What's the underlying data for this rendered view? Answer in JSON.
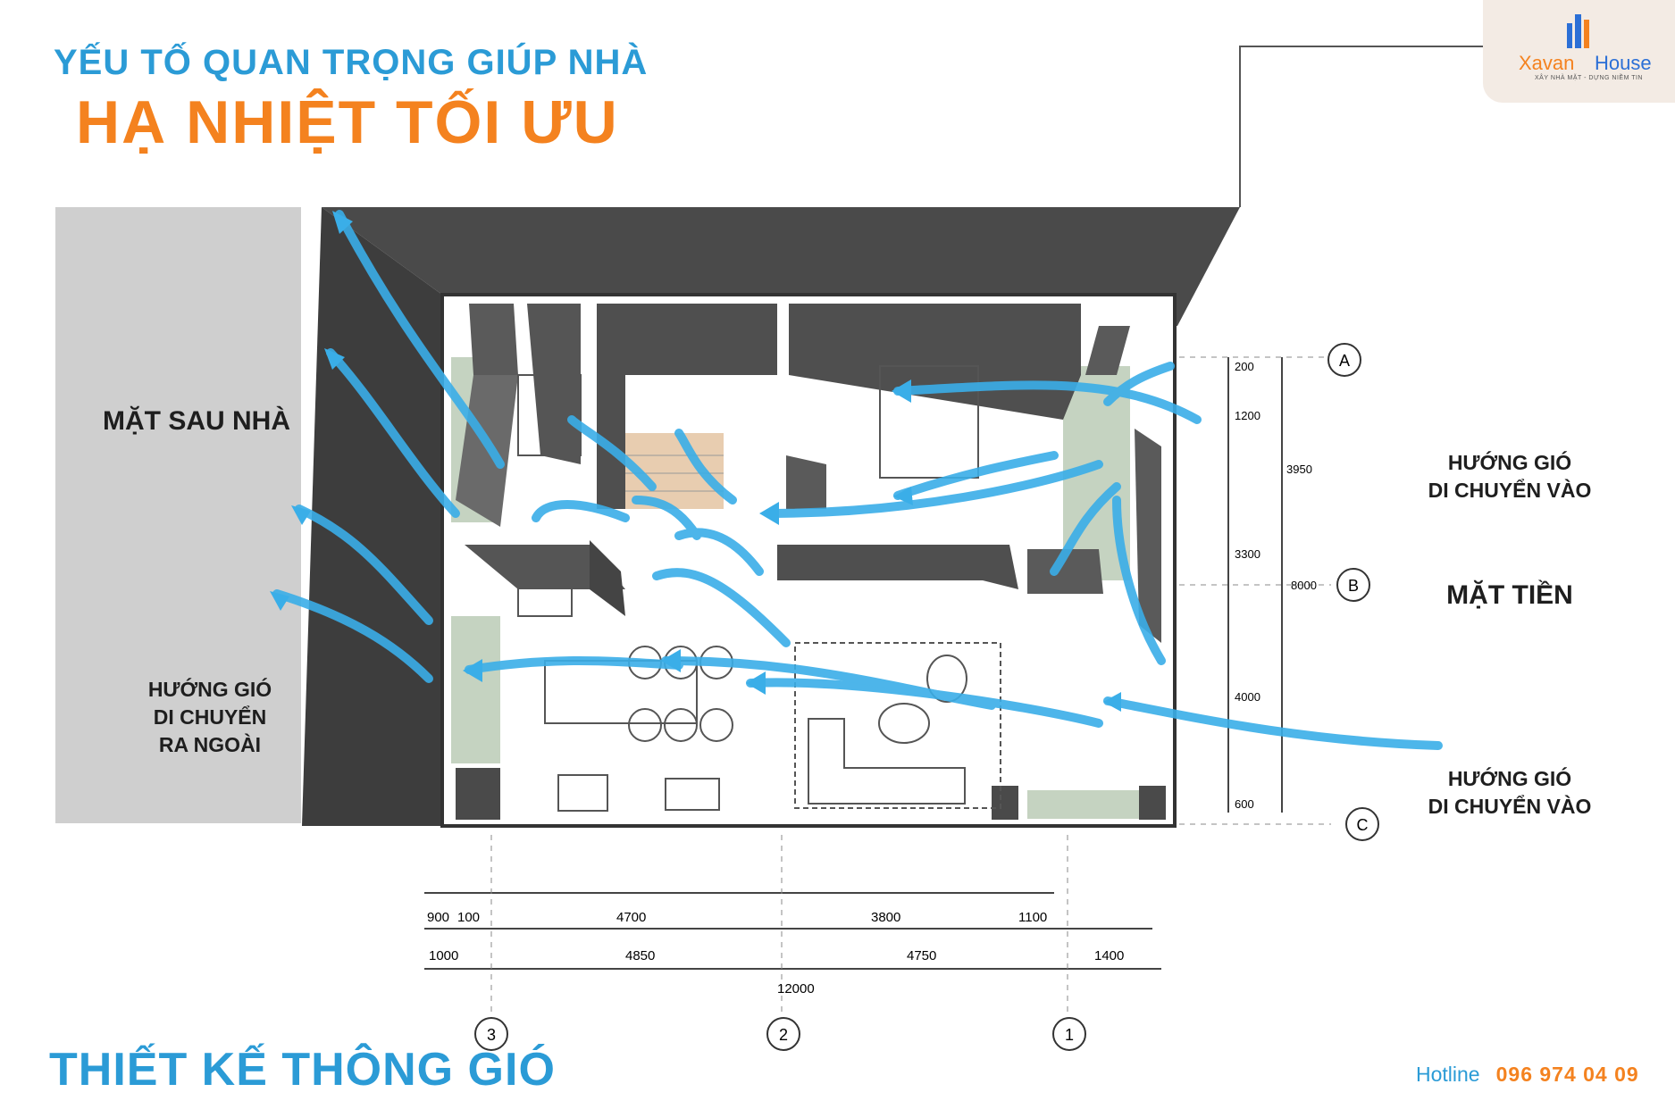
{
  "header": {
    "line1": "YẾU TỐ QUAN TRỌNG GIÚP NHÀ",
    "line2": "HẠ NHIỆT TỐI ƯU"
  },
  "logo": {
    "brand_part1": "Xavan",
    "brand_part2": "House",
    "tagline": "XÂY NHÀ MẶT - DỰNG NIỀM TIN"
  },
  "labels": {
    "rear": "MẶT SAU NHÀ",
    "front": "MẶT TIỀN",
    "wind_in_top": [
      "HƯỚNG GIÓ",
      "DI CHUYỂN VÀO"
    ],
    "wind_in_bottom": [
      "HƯỚNG GIÓ",
      "DI CHUYỂN VÀO"
    ],
    "wind_out": [
      "HƯỚNG GIÓ",
      "DI CHUYỂN",
      "RA NGOÀI"
    ]
  },
  "grid_markers": [
    "A",
    "B",
    "C",
    "1",
    "2",
    "3"
  ],
  "dimensions": {
    "top_row": [
      "900",
      "100",
      "4700",
      "3800",
      "1100"
    ],
    "middle_row": [
      "1000",
      "4850",
      "4750",
      "1400"
    ],
    "total": "12000",
    "vertical": [
      "200",
      "1200",
      "3950",
      "3300",
      "8000",
      "4000",
      "600"
    ]
  },
  "footer": {
    "title": "THIẾT KẾ THÔNG GIÓ",
    "hotline_label": "Hotline",
    "hotline_number": "096 974 04 09"
  },
  "colors": {
    "blue": "#2b9bd6",
    "orange": "#f4821f",
    "wall": "#4a4a4a",
    "wind": "#3aaee8",
    "garden": "#c5d3c1"
  }
}
